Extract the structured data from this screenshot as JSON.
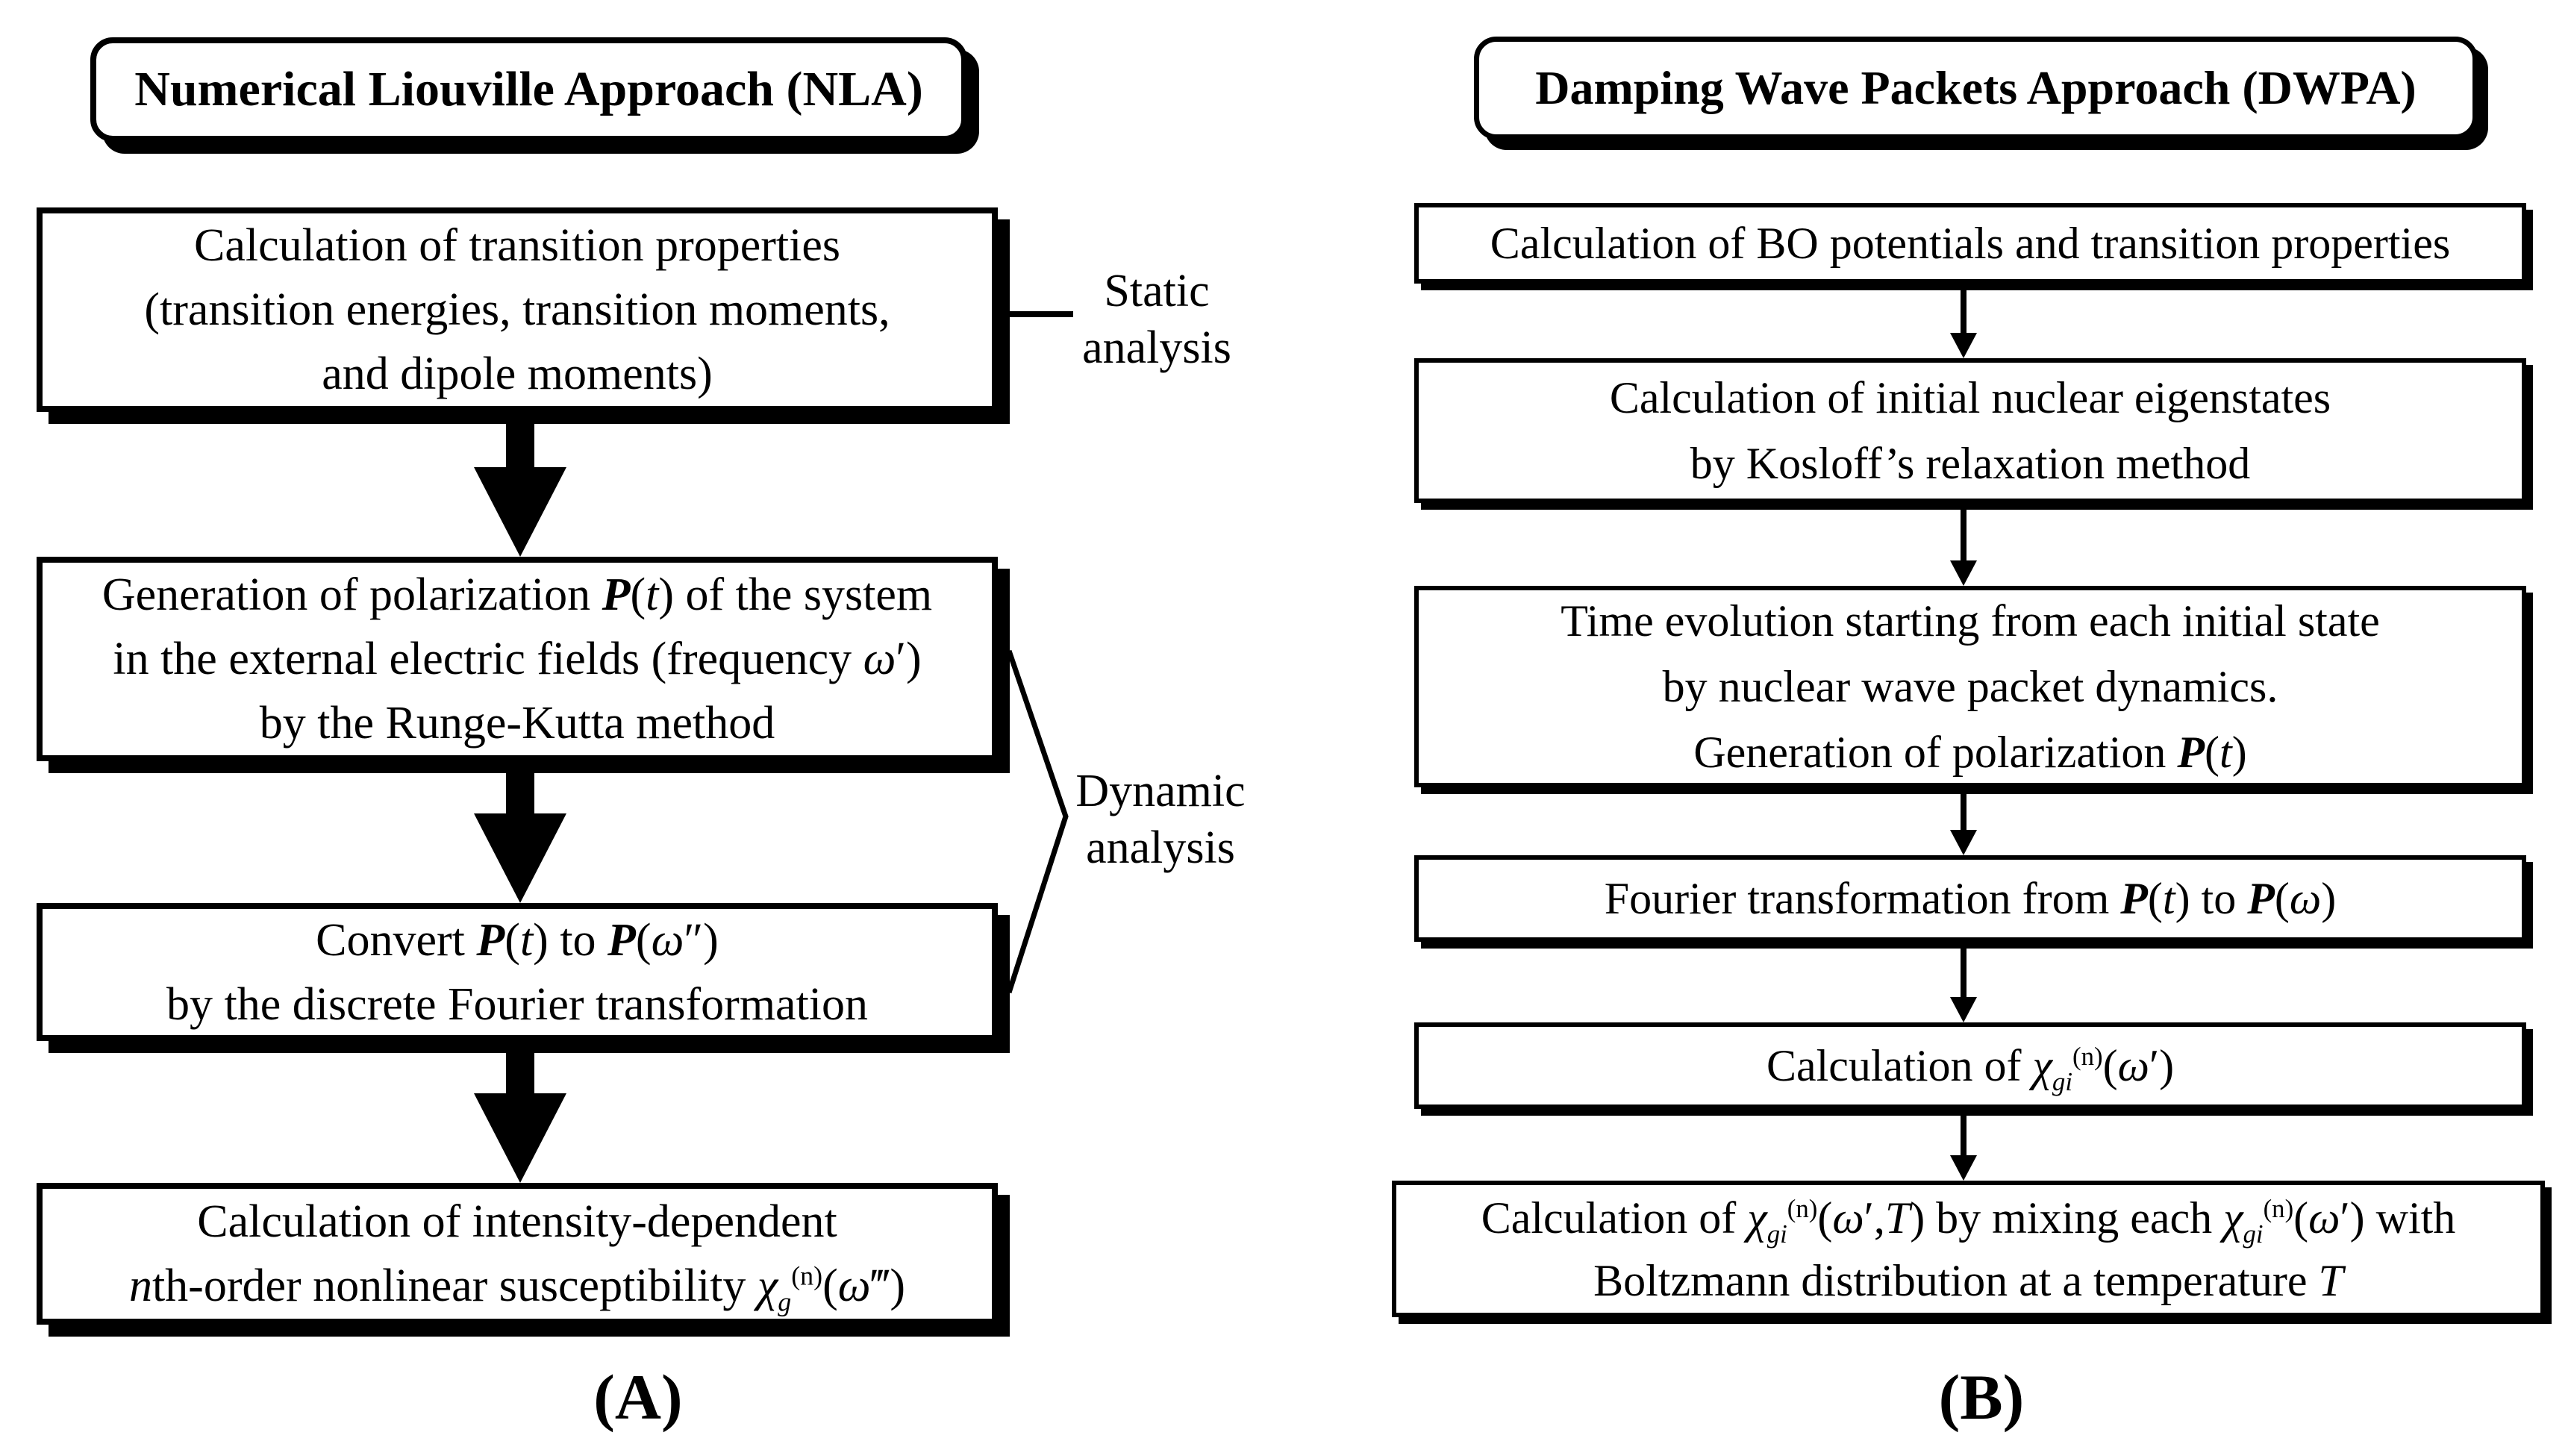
{
  "colors": {
    "ink": "#000000",
    "background": "#ffffff"
  },
  "left": {
    "title": "Numerical Liouville Approach (NLA)",
    "boxes": [
      {
        "lines": [
          "Calculation of transition properties",
          "(transition energies, transition moments,",
          "and dipole moments)"
        ]
      },
      {
        "lines": [
          "Generation of polarization <b><i>P</i></b>(<i>t</i>) of the system",
          "in the external electric fields (frequency <i>ω</i>′)",
          "by the Runge-Kutta method"
        ]
      },
      {
        "lines": [
          "Convert <b><i>P</i></b>(<i>t</i>) to <b><i>P</i></b>(<i>ω</i>″)",
          "by the discrete Fourier transformation"
        ]
      },
      {
        "lines": [
          "Calculation of intensity-dependent",
          "<i>n</i>th-order nonlinear susceptibility <i>χ</i><sub><i>g</i></sub><sup>(n)</sup>(<i>ω</i>‴)"
        ]
      }
    ],
    "side_labels": {
      "static": {
        "line1": "Static",
        "line2": "analysis"
      },
      "dynamic": {
        "line1": "Dynamic",
        "line2": "analysis"
      }
    },
    "caption": "(A)"
  },
  "right": {
    "title": "Damping Wave Packets Approach (DWPA)",
    "boxes": [
      {
        "lines": [
          "Calculation of BO potentials and transition properties"
        ]
      },
      {
        "lines": [
          "Calculation of initial nuclear eigenstates",
          "by Kosloff’s relaxation method"
        ]
      },
      {
        "lines": [
          "Time evolution starting from each initial state",
          "by nuclear wave packet dynamics.",
          "Generation of polarization <b><i>P</i></b>(<i>t</i>)"
        ]
      },
      {
        "lines": [
          "Fourier transformation from <b><i>P</i></b>(<i>t</i>) to <b><i>P</i></b>(<i>ω</i>)"
        ]
      },
      {
        "lines": [
          "Calculation of <i>χ</i><sub><i>gi</i></sub><sup>(n)</sup>(<i>ω</i>′)"
        ]
      },
      {
        "lines": [
          "Calculation of <i>χ</i><sub><i>gi</i></sub><sup>(n)</sup>(<i>ω</i>′,<i>T</i>) by mixing each <i>χ</i><sub><i>gi</i></sub><sup>(n)</sup>(<i>ω</i>′) with",
          "Boltzmann distribution at a temperature <i>T</i>"
        ]
      }
    ],
    "caption": "(B)"
  }
}
